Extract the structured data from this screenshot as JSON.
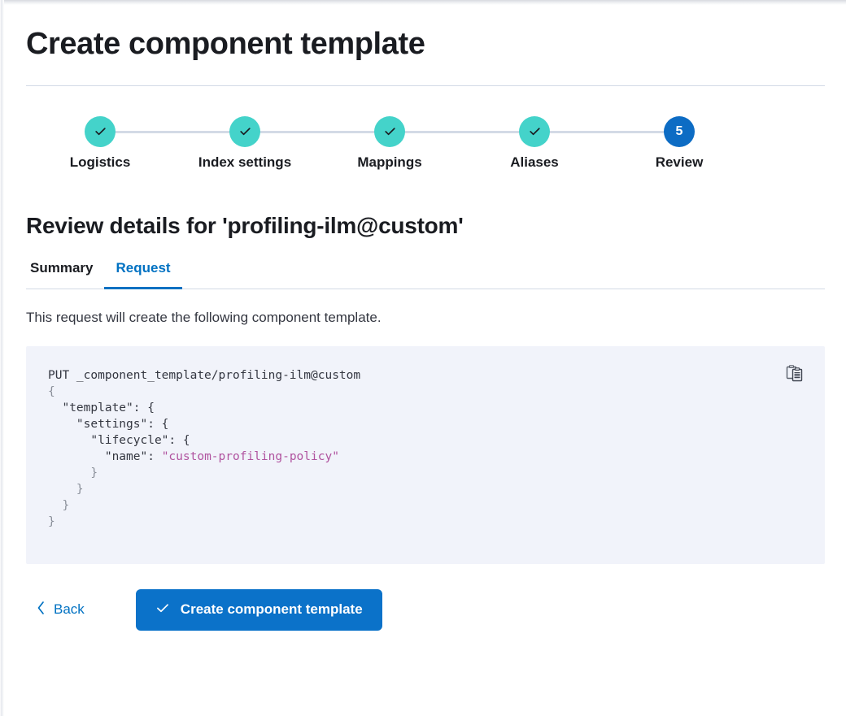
{
  "header": {
    "title": "Create component template"
  },
  "stepper": {
    "steps": [
      {
        "label": "Logistics",
        "state": "complete",
        "marker": "check-icon"
      },
      {
        "label": "Index settings",
        "state": "complete",
        "marker": "check-icon"
      },
      {
        "label": "Mappings",
        "state": "complete",
        "marker": "check-icon"
      },
      {
        "label": "Aliases",
        "state": "complete",
        "marker": "check-icon"
      },
      {
        "label": "Review",
        "state": "current",
        "marker": "5"
      }
    ],
    "complete_color": "#44d3ca",
    "current_color": "#0d6cc4",
    "connector_color": "#d3dae6"
  },
  "review": {
    "section_title": "Review details for 'profiling-ilm@custom'",
    "tabs": [
      {
        "label": "Summary",
        "active": false
      },
      {
        "label": "Request",
        "active": true
      }
    ],
    "active_tab_color": "#0071c2",
    "description": "This request will create the following component template."
  },
  "code": {
    "request_line": "PUT _component_template/profiling-ilm@custom",
    "lines": [
      "{",
      "  \"template\": {",
      "    \"settings\": {",
      "      \"lifecycle\": {",
      "        \"name\": \"custom-profiling-policy\"",
      "      }",
      "    }",
      "  }",
      "}"
    ],
    "string_value": "\"custom-profiling-policy\"",
    "string_color": "#b0539f",
    "background": "#f1f3fa",
    "copy_icon": "copy-clipboard-icon"
  },
  "footer": {
    "back_label": "Back",
    "create_label": "Create component template",
    "create_button_color": "#0b72c9",
    "link_color": "#0071c2"
  }
}
